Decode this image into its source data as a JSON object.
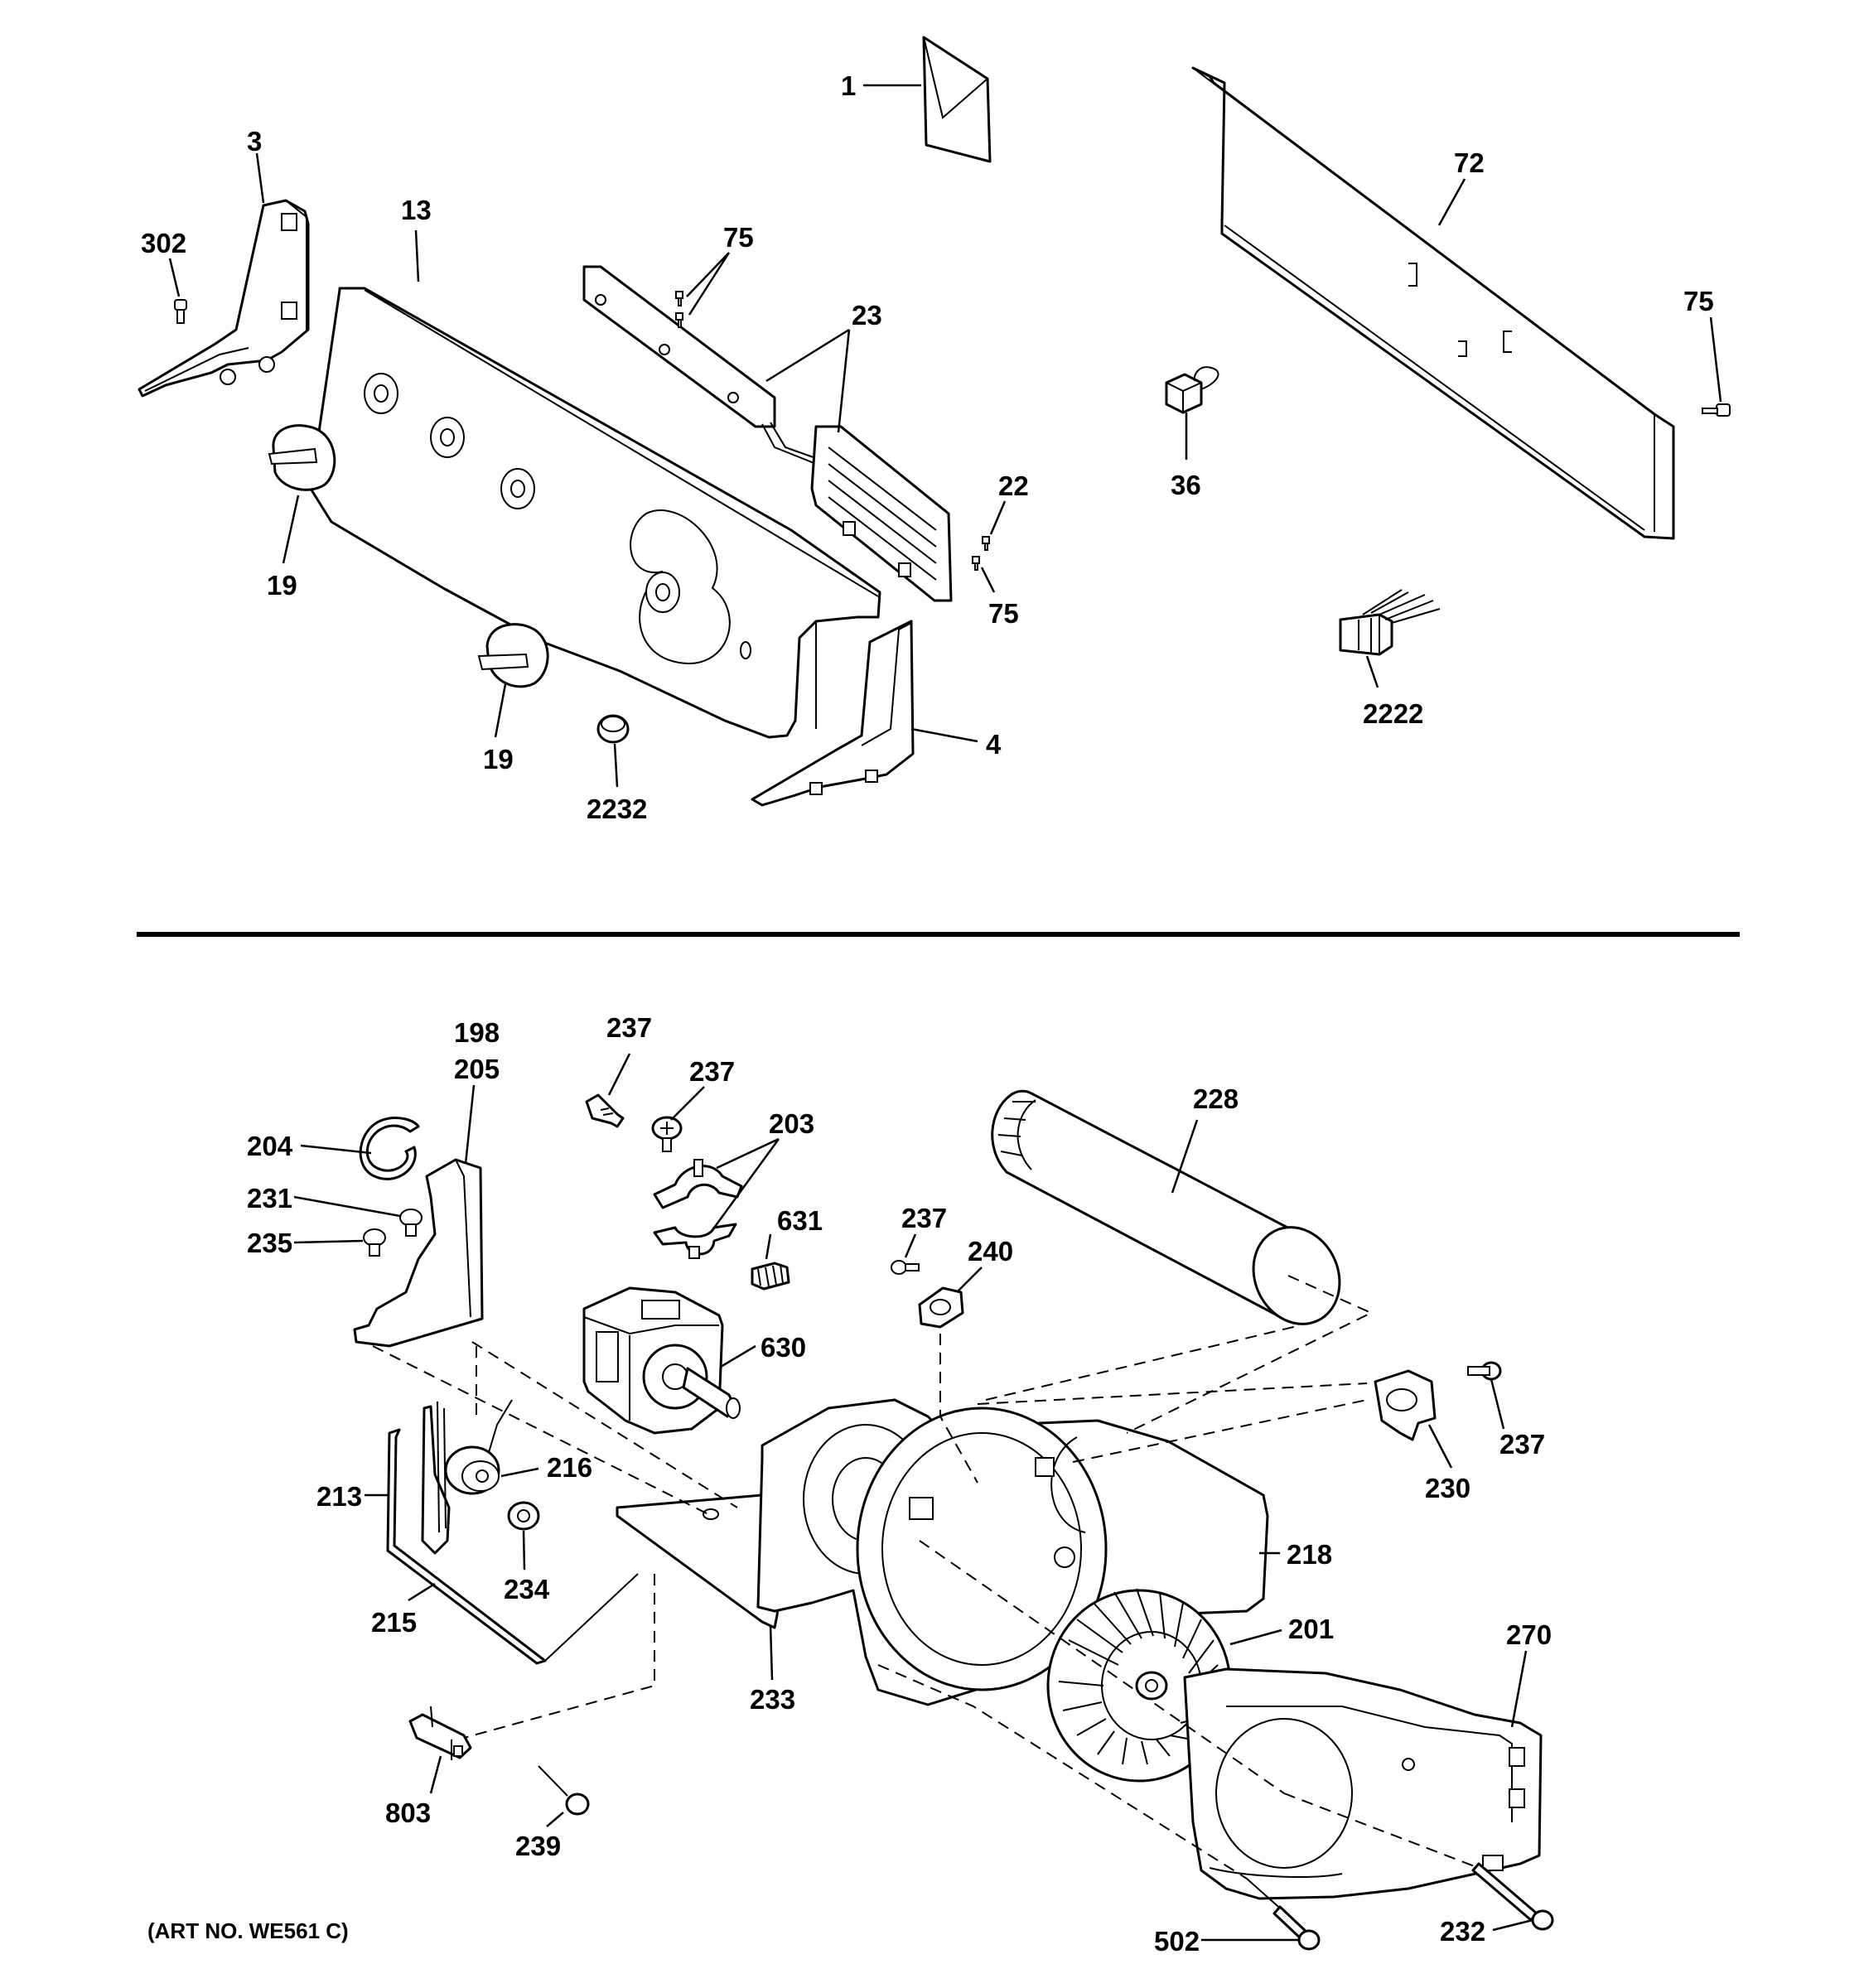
{
  "divider_color": "#000000",
  "art_number": "(ART NO. WE561 C)",
  "callouts": {
    "c1": "1",
    "c72": "72",
    "c3": "3",
    "c302": "302",
    "c13": "13",
    "c75a": "75",
    "c23": "23",
    "c75b": "75",
    "c36": "36",
    "c19a": "19",
    "c22": "22",
    "c75c": "75",
    "c19b": "19",
    "c2232": "2232",
    "c4": "4",
    "c2222": "2222",
    "c198": "198",
    "c205": "205",
    "c204": "204",
    "c231": "231",
    "c235": "235",
    "c237a": "237",
    "c237b": "237",
    "c203": "203",
    "c631": "631",
    "c630": "630",
    "c228": "228",
    "c237c": "237",
    "c240": "240",
    "c237d": "237",
    "c230": "230",
    "c216": "216",
    "c213": "213",
    "c234": "234",
    "c215": "215",
    "c233": "233",
    "c218": "218",
    "c201": "201",
    "c270": "270",
    "c803": "803",
    "c239": "239",
    "c502": "502",
    "c232": "232"
  }
}
